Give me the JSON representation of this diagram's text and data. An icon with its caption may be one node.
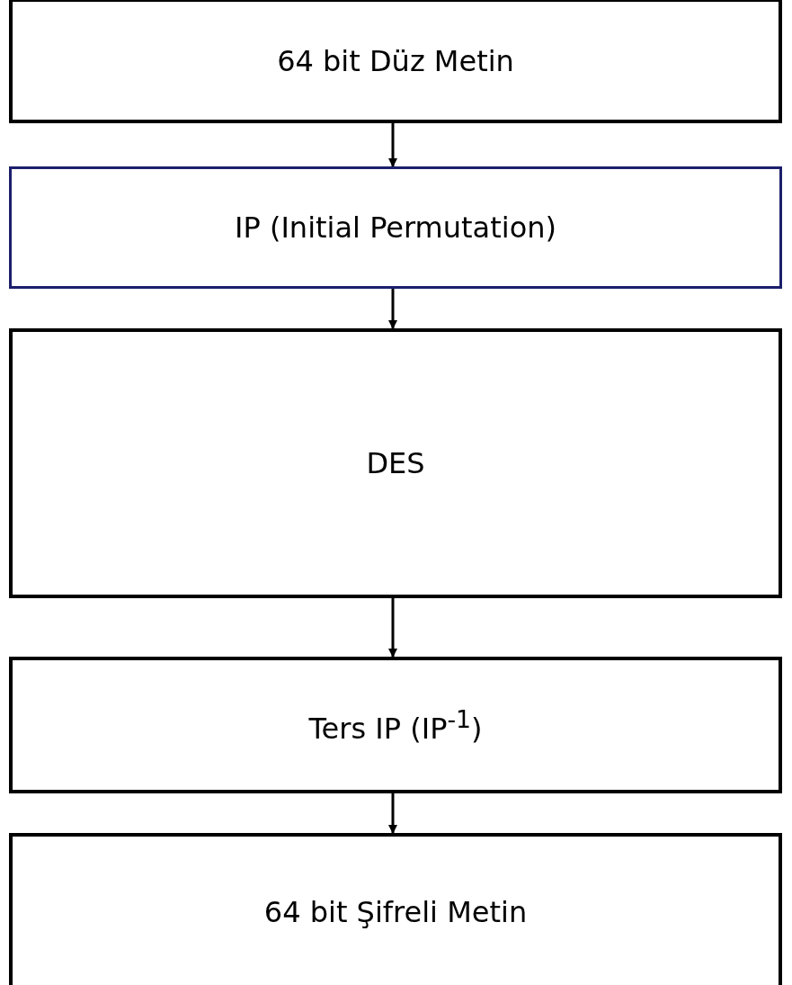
{
  "diagram": {
    "nodes": [
      {
        "text": [
          "64 bit Düz Metin"
        ]
      },
      {
        "text": [
          "IP (Initial Permutation)"
        ]
      },
      {
        "text": [
          "DES"
        ]
      },
      {
        "text": [
          "Ters IP (IP$^{-1}$)"
        ]
      },
      {
        "text": [
          "64 bit Şifreli Metin"
        ]
      }
    ],
    "edges": [
      {
        "from": 0,
        "to": 1,
        "arrow": "to"
      },
      {
        "from": 1,
        "to": 2,
        "arrow": "to"
      },
      {
        "from": 2,
        "to": 3,
        "arrow": "to"
      },
      {
        "from": 3,
        "to": 4,
        "arrow": "to"
      }
    ]
  }
}
